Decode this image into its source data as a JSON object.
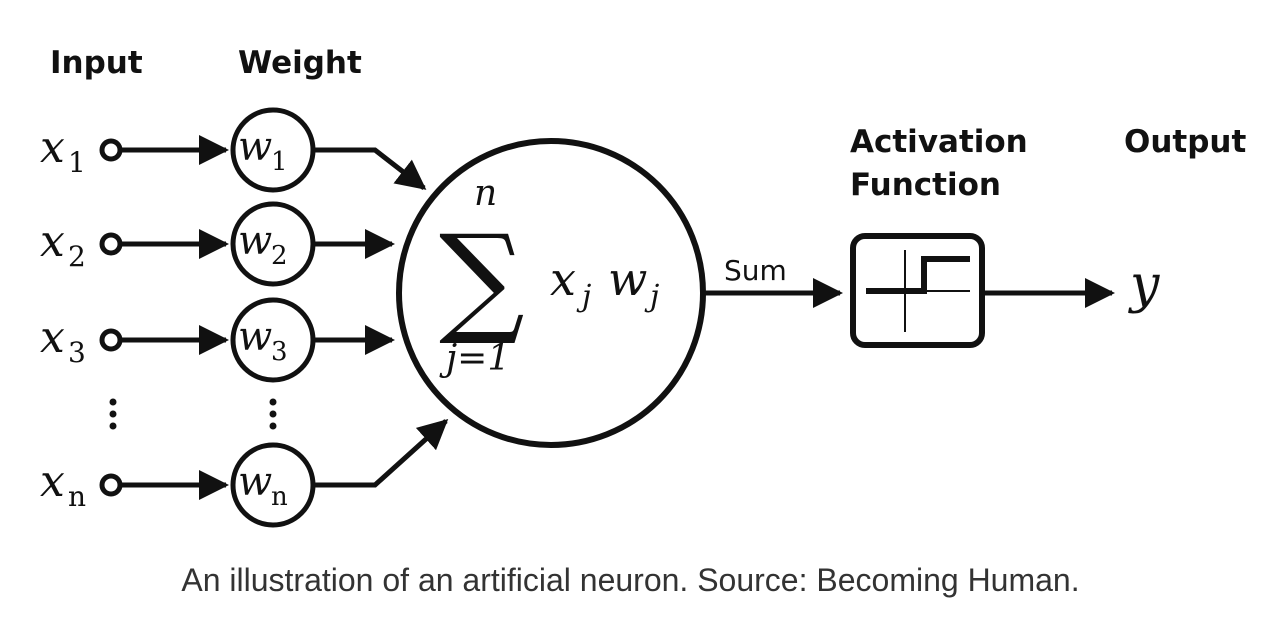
{
  "headers": {
    "input": "Input",
    "weight": "Weight",
    "activation_line1": "Activation",
    "activation_line2": "Function",
    "output": "Output"
  },
  "inputs": [
    {
      "var": "x",
      "sub": "1"
    },
    {
      "var": "x",
      "sub": "2"
    },
    {
      "var": "x",
      "sub": "3"
    },
    {
      "var": "x",
      "sub": "n"
    }
  ],
  "weights": [
    {
      "var": "w",
      "sub": "1"
    },
    {
      "var": "w",
      "sub": "2"
    },
    {
      "var": "w",
      "sub": "3"
    },
    {
      "var": "w",
      "sub": "n"
    }
  ],
  "summation": {
    "symbol": "∑",
    "upper": "n",
    "lower": "j=1",
    "term_x": "x",
    "term_x_sub": "j",
    "term_w": "w",
    "term_w_sub": "j"
  },
  "sum_label": "Sum",
  "output_var": "y",
  "caption": "An illustration of an artificial neuron. Source: Becoming Human.",
  "colors": {
    "stroke": "#111111",
    "caption": "#333333"
  }
}
